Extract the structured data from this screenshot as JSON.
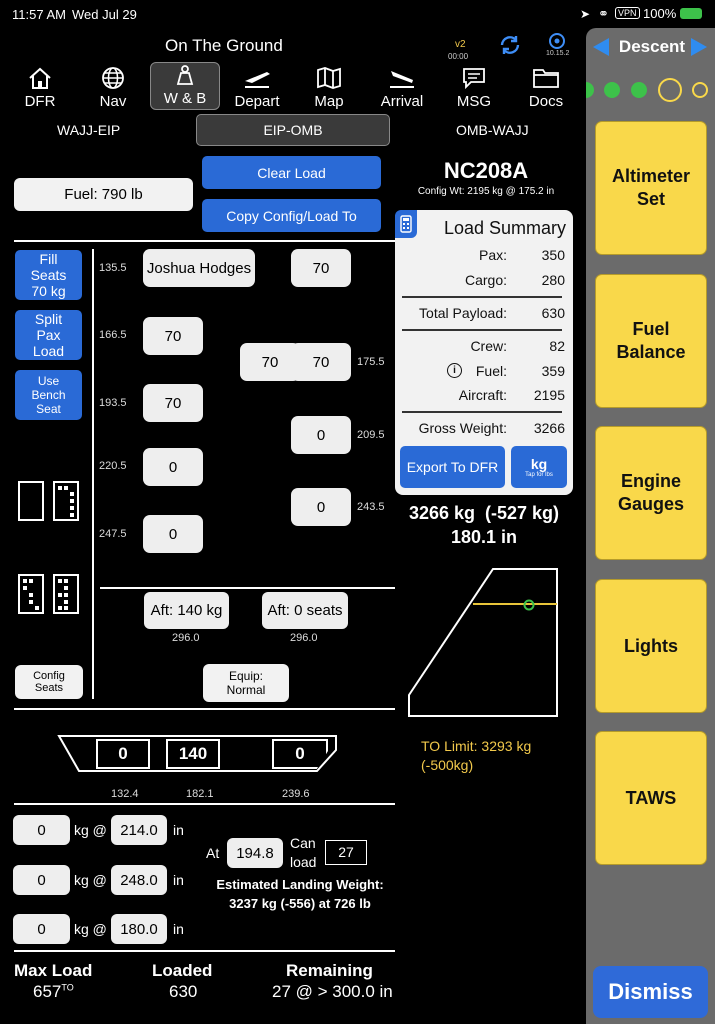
{
  "status_bar": {
    "time": "11:57 AM",
    "date": "Wed Jul 29",
    "vpn": "VPN",
    "battery": "100%"
  },
  "header": {
    "title": "On The Ground",
    "version": "v2",
    "timer": "00:00",
    "sync_version": "10.15.2"
  },
  "tabs": [
    {
      "label": "DFR",
      "icon": "home-icon"
    },
    {
      "label": "Nav",
      "icon": "globe-icon"
    },
    {
      "label": "W & B",
      "icon": "weight-icon"
    },
    {
      "label": "Depart",
      "icon": "takeoff-icon"
    },
    {
      "label": "Map",
      "icon": "map-icon"
    },
    {
      "label": "Arrival",
      "icon": "landing-icon"
    },
    {
      "label": "MSG",
      "icon": "message-icon"
    },
    {
      "label": "Docs",
      "icon": "folder-icon"
    }
  ],
  "legs": [
    "WAJJ-EIP",
    "EIP-OMB",
    "OMB-WAJJ"
  ],
  "fuel_button": "Fuel: 790 lb",
  "clear_load": "Clear Load",
  "copy_config": "Copy Config/Load To",
  "aircraft": {
    "reg": "NC208A",
    "config_wt": "Config Wt: 2195 kg @ 175.2 in"
  },
  "side_buttons": {
    "fill_seats": "Fill Seats 70 kg",
    "split_pax": "Split Pax Load",
    "use_bench": "Use Bench Seat",
    "config_seats": "Config Seats"
  },
  "seats": {
    "joshua": "Joshua Hodges",
    "r1": "70",
    "s1": "70",
    "s2a": "70",
    "s2b": "70",
    "s3": "70",
    "s4": "0",
    "s5": "0",
    "s6": "0",
    "s7": "0"
  },
  "stations": {
    "a": "135.5",
    "b": "166.5",
    "c": "175.5",
    "d": "193.5",
    "e": "209.5",
    "f": "220.5",
    "g": "243.5",
    "h": "247.5"
  },
  "aft": {
    "left": "Aft: 140 kg",
    "left_arm": "296.0",
    "right": "Aft: 0 seats",
    "right_arm": "296.0"
  },
  "equip": "Equip: Normal",
  "load_summary": {
    "title": "Load Summary",
    "rows": [
      {
        "k": "Pax:",
        "v": "350"
      },
      {
        "k": "Cargo:",
        "v": "280"
      },
      {
        "k": "Total Payload:",
        "v": "630"
      },
      {
        "k": "Crew:",
        "v": "82"
      },
      {
        "k": "Fuel:",
        "v": "359"
      },
      {
        "k": "Aircraft:",
        "v": "2195"
      },
      {
        "k": "Gross Weight:",
        "v": "3266"
      }
    ],
    "export": "Export To DFR",
    "unit": "kg",
    "unit_hint": "Tap for lbs"
  },
  "weight_summary": {
    "line1": "3266 kg  (-527 kg)",
    "line2": "180.1 in"
  },
  "to_limit": "TO Limit: 3293 kg (-500kg)",
  "pod": {
    "a": "0",
    "b": "140",
    "c": "0",
    "arm_a": "132.4",
    "arm_b": "182.1",
    "arm_c": "239.6"
  },
  "extra_loads": [
    {
      "kg": "0",
      "at": "kg @",
      "arm": "214.0",
      "unit": "in"
    },
    {
      "kg": "0",
      "at": "kg @",
      "arm": "248.0",
      "unit": "in"
    },
    {
      "kg": "0",
      "at": "kg @",
      "arm": "180.0",
      "unit": "in"
    }
  ],
  "can_load": {
    "at_label": "At",
    "at_val": "194.8",
    "can_label": "Can load",
    "can_val": "27"
  },
  "landing": {
    "line1": "Estimated Landing Weight:",
    "line2": "3237 kg (-556) at 726 lb"
  },
  "totals": {
    "max_label": "Max Load",
    "max_val": "657",
    "max_sup": "TO",
    "loaded_label": "Loaded",
    "loaded_val": "630",
    "remaining_label": "Remaining",
    "remaining_val": "27 @ > 300.0 in"
  },
  "right_panel": {
    "phase": "Descent",
    "buttons": [
      "Altimeter Set",
      "Fuel Balance",
      "Engine Gauges",
      "Lights",
      "TAWS"
    ],
    "dismiss": "Dismiss"
  },
  "colors": {
    "accent_blue": "#2a6ad6",
    "yellow": "#f9d84a",
    "green_dot": "#3dc24a",
    "panel_gray": "#6b6b6b",
    "cg_line": "#e8c53a",
    "to_limit": "#f2c94c"
  }
}
